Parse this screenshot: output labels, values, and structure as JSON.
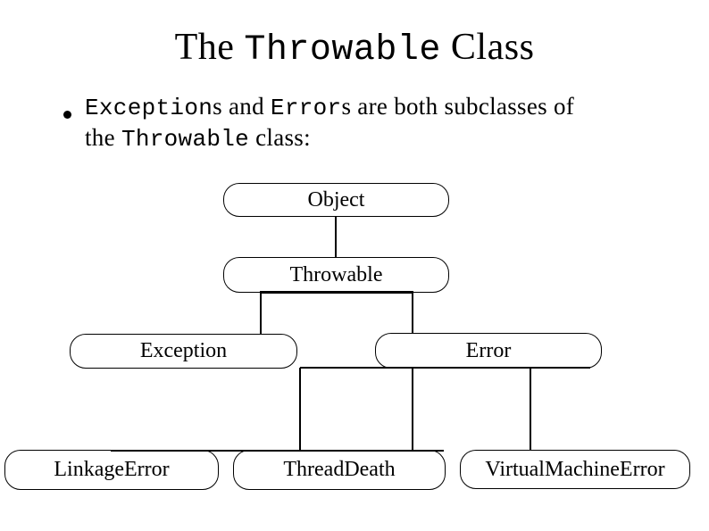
{
  "colors": {
    "background": "#ffffff",
    "foreground": "#000000"
  },
  "title": {
    "pre": "The ",
    "code": "Throwable",
    "post": " Class"
  },
  "bullet": {
    "marker": "",
    "line1": {
      "code1": "Exception",
      "plain1": "s and ",
      "code2": "Error",
      "plain2": "s are both subclasses of"
    },
    "line2": {
      "plain1": "the ",
      "code1": "Throwable",
      "plain2": " class:"
    }
  },
  "diagram": {
    "nodes": {
      "object": {
        "label": "Object"
      },
      "throwable": {
        "label": "Throwable"
      },
      "exception": {
        "label": "Exception"
      },
      "error": {
        "label": "Error"
      },
      "linkage_error": {
        "label": "LinkageError"
      },
      "thread_death": {
        "label": "ThreadDeath"
      },
      "virtual_machine_error": {
        "label": "VirtualMachineError"
      }
    }
  }
}
